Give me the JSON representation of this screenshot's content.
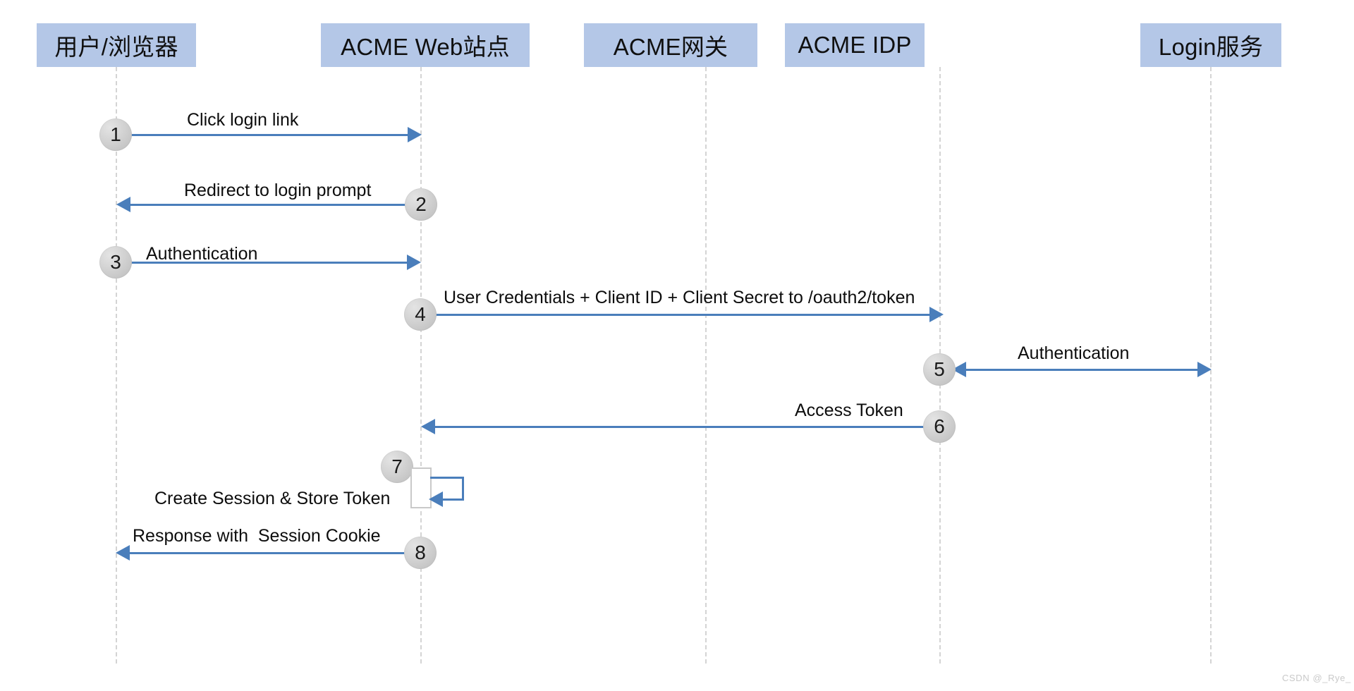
{
  "diagram": {
    "title": "OAuth2 Login Sequence Diagram",
    "colors": {
      "participant_fill": "#b4c7e7",
      "arrow": "#4a7ebb",
      "lifeline": "#d4d4d4",
      "badge": "#d2d2d2",
      "text": "#0d0d0d"
    }
  },
  "participants": [
    {
      "id": "user",
      "label": "用户/浏览器"
    },
    {
      "id": "website",
      "label": "ACME Web站点"
    },
    {
      "id": "gateway",
      "label": "ACME网关"
    },
    {
      "id": "idp",
      "label": "ACME IDP"
    },
    {
      "id": "login",
      "label": "Login服务"
    }
  ],
  "messages": [
    {
      "step": "1",
      "label": "Click login link",
      "from": "user",
      "to": "website",
      "direction": "right"
    },
    {
      "step": "2",
      "label": "Redirect to login prompt",
      "from": "website",
      "to": "user",
      "direction": "left"
    },
    {
      "step": "3",
      "label": "Authentication",
      "from": "user",
      "to": "website",
      "direction": "right"
    },
    {
      "step": "4",
      "label": "User Credentials + Client ID + Client Secret to /oauth2/token",
      "from": "website",
      "to": "idp",
      "direction": "right"
    },
    {
      "step": "5",
      "label": "Authentication",
      "from": "idp",
      "to": "login",
      "direction": "both"
    },
    {
      "step": "6",
      "label": "Access Token",
      "from": "idp",
      "to": "website",
      "direction": "left"
    },
    {
      "step": "7",
      "label": "Create Session & Store Token",
      "from": "website",
      "to": "website",
      "direction": "self"
    },
    {
      "step": "8",
      "label": "Response with  Session Cookie",
      "from": "website",
      "to": "user",
      "direction": "left"
    }
  ],
  "watermark": {
    "text": "CSDN @_Rye_"
  }
}
